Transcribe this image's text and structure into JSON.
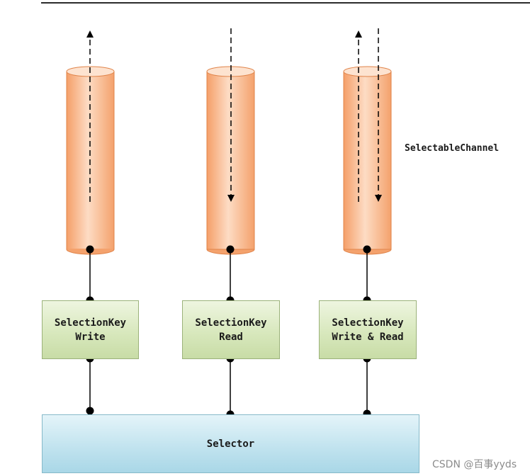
{
  "channel_label": "SelectableChannel",
  "keys": [
    {
      "line1": "SelectionKey",
      "line2": "Write"
    },
    {
      "line1": "SelectionKey",
      "line2": "Read"
    },
    {
      "line1": "SelectionKey",
      "line2": "Write & Read"
    }
  ],
  "selector_label": "Selector",
  "watermark": "CSDN @百事yyds",
  "colors": {
    "channel": "#f9b487",
    "key_box": "#d8e8bd",
    "selector": "#bfe2ee",
    "connector": "#000000"
  }
}
